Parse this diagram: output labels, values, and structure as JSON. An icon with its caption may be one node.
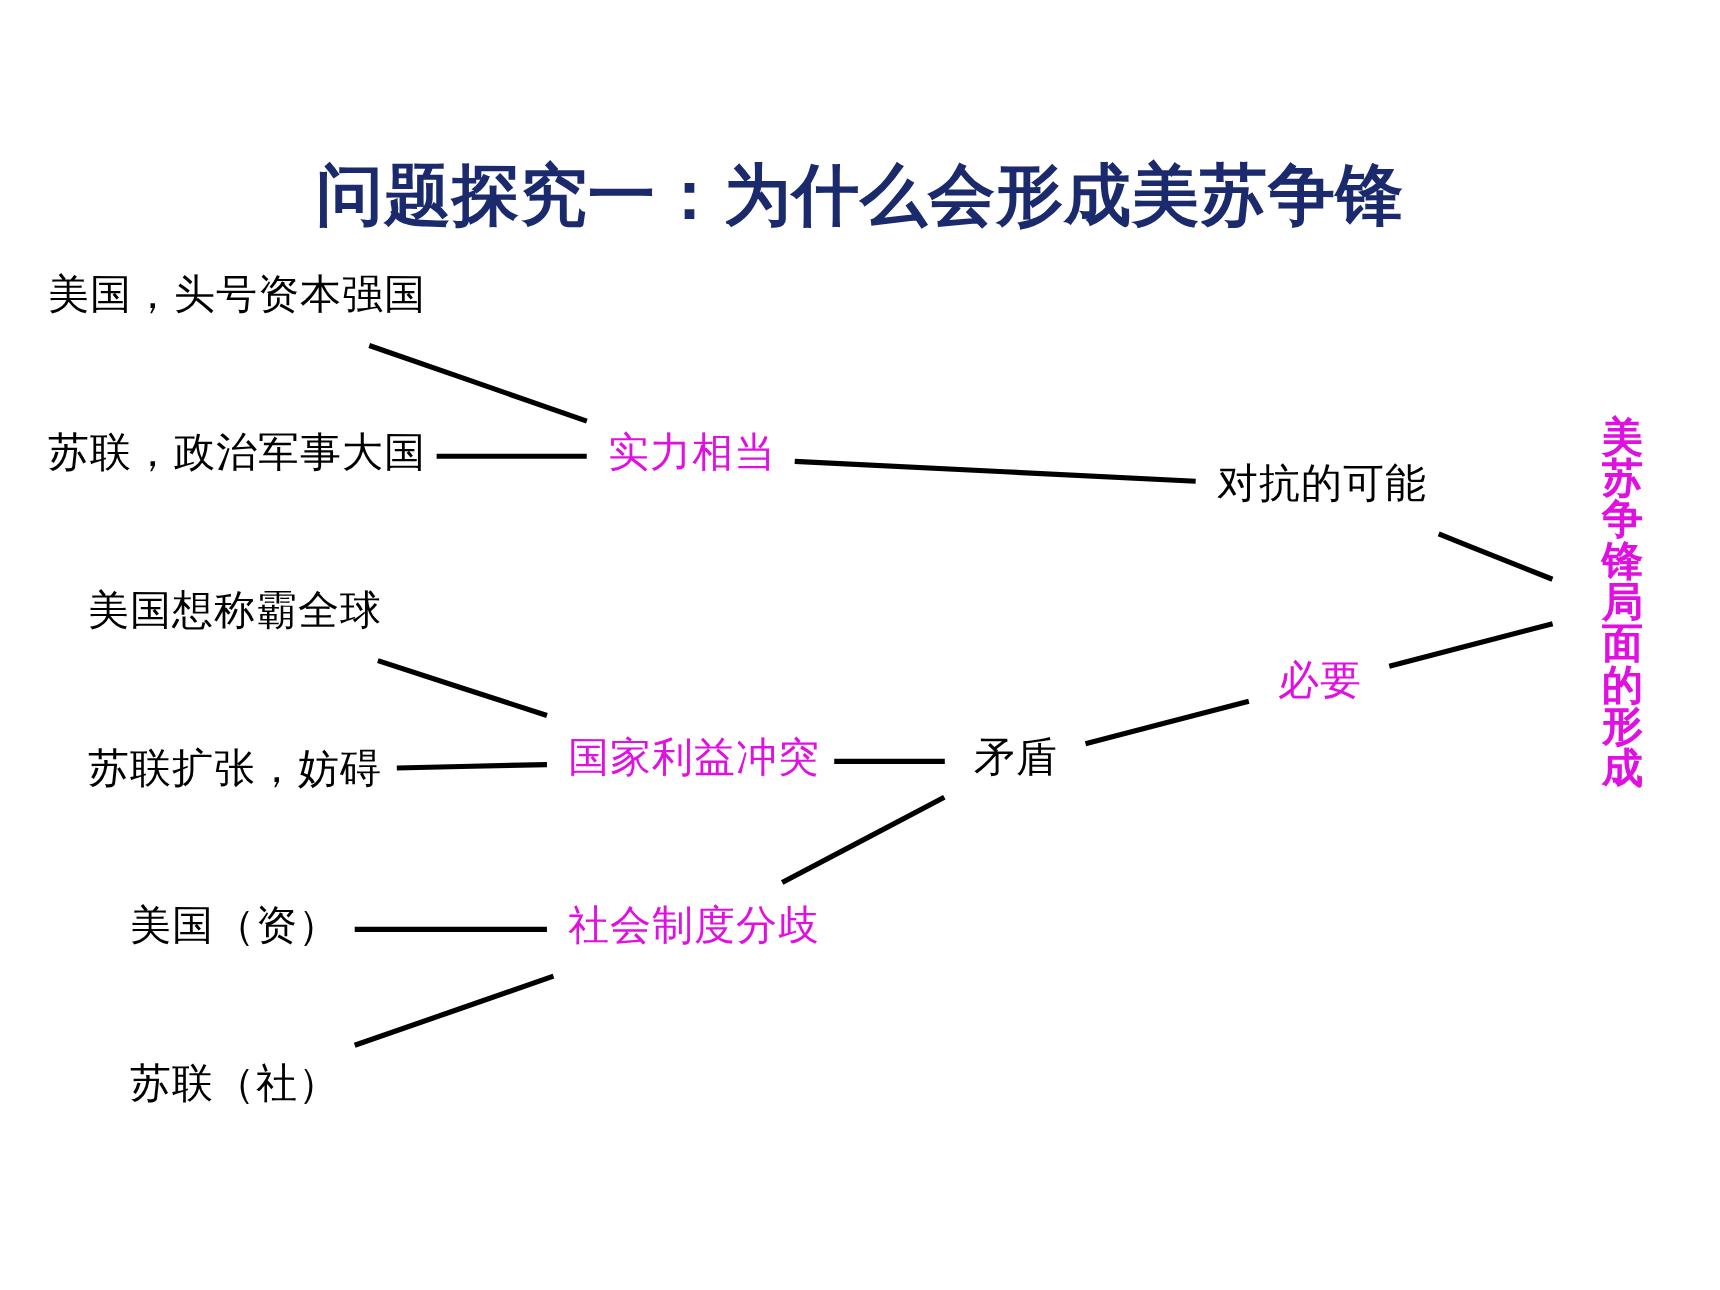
{
  "diagram": {
    "title": "问题探究一：为什么会形成美苏争锋",
    "nodes": [
      {
        "text": [
          "美国，头号资本强国"
        ]
      },
      {
        "text": [
          "苏联，政治军事大国"
        ]
      },
      {
        "text": [
          "实力相当"
        ]
      },
      {
        "text": [
          "对抗的可能"
        ]
      },
      {
        "text": [
          "美国想称霸全球"
        ]
      },
      {
        "text": [
          "苏联扩张，妨碍"
        ]
      },
      {
        "text": [
          "国家利益冲突"
        ]
      },
      {
        "text": [
          "美国（资）"
        ]
      },
      {
        "text": [
          "苏联（社）"
        ]
      },
      {
        "text": [
          "社会制度分歧"
        ]
      },
      {
        "text": [
          "矛盾"
        ]
      },
      {
        "text": [
          "必要"
        ]
      },
      {
        "text": [
          "美苏争锋局面的形成"
        ]
      }
    ],
    "edges": [
      {
        "from": 0,
        "to": 2,
        "arrow": "none"
      },
      {
        "from": 1,
        "to": 2,
        "arrow": "none"
      },
      {
        "from": 2,
        "to": 3,
        "arrow": "none"
      },
      {
        "from": 4,
        "to": 6,
        "arrow": "none"
      },
      {
        "from": 5,
        "to": 6,
        "arrow": "none"
      },
      {
        "from": 7,
        "to": 9,
        "arrow": "none"
      },
      {
        "from": 8,
        "to": 9,
        "arrow": "none"
      },
      {
        "from": 6,
        "to": 10,
        "arrow": "none"
      },
      {
        "from": 9,
        "to": 10,
        "arrow": "none"
      },
      {
        "from": 10,
        "to": 11,
        "arrow": "none"
      },
      {
        "from": 3,
        "to": 12,
        "arrow": "none"
      },
      {
        "from": 11,
        "to": 12,
        "arrow": "none"
      }
    ]
  }
}
